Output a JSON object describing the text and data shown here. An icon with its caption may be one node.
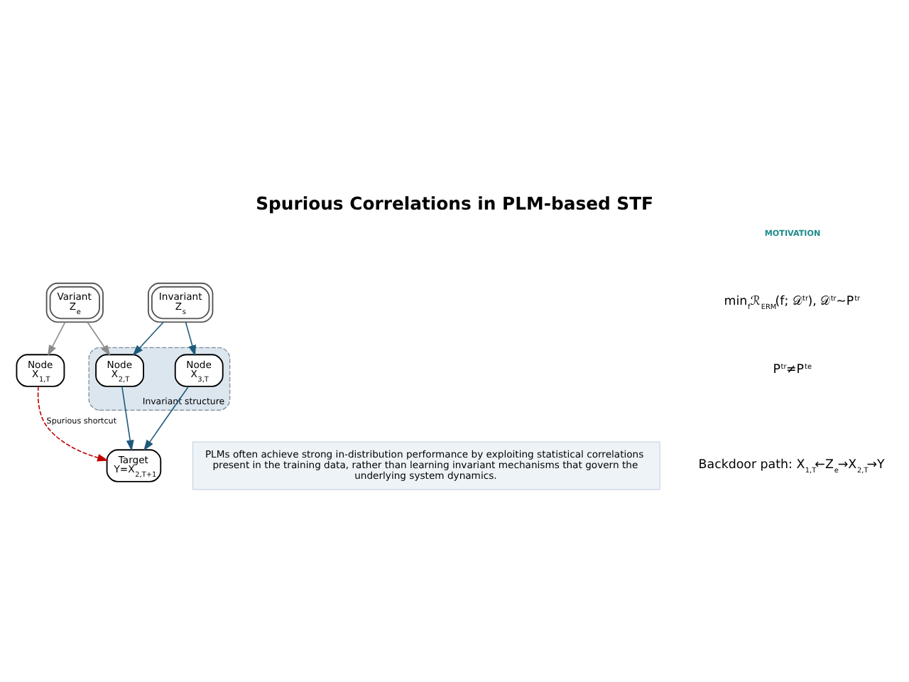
{
  "diagram": {
    "title": "Spurious Correlations in PLM-based STF",
    "nodes": [
      {
        "text": [
          "Variant",
          "Z$_{e}$"
        ]
      },
      {
        "text": [
          "Invariant",
          "Z$_{s}$"
        ]
      },
      {
        "text": [
          "Node",
          "X$_{1,T}$"
        ]
      },
      {
        "text": [
          "Invariant structure"
        ]
      },
      {
        "text": [
          "Node",
          "X$_{2,T}$"
        ],
        "in": 3
      },
      {
        "text": [
          "Node",
          "X$_{3,T}$"
        ],
        "in": 3
      },
      {
        "text": [
          "Target",
          "Y=X$_{2,T+1}$"
        ]
      },
      {
        "text": [
          "PLMs often achieve strong in-distribution performance by exploiting statistical correlations present in the training data, rather than learning invariant mechanisms that govern the underlying system dynamics."
        ]
      }
    ],
    "edges": [
      {
        "from": 0,
        "to": 2,
        "arrow": "to",
        "color": "#8c8c8c"
      },
      {
        "from": 0,
        "to": 4,
        "arrow": "to",
        "color": "#8c8c8c"
      },
      {
        "from": 1,
        "to": 4,
        "arrow": "to"
      },
      {
        "from": 1,
        "to": 5,
        "arrow": "to"
      },
      {
        "from": 2,
        "to": 6,
        "arrow": "to",
        "label": "Spurious shortcut",
        "style": "dashed",
        "color": "#c00000"
      },
      {
        "from": 4,
        "to": 6,
        "arrow": "to"
      },
      {
        "from": 5,
        "to": 6,
        "arrow": "to"
      }
    ],
    "labels": [
      "MOTIVATION",
      "min$_{f}$ℛ$_{ERM}$(f; 𝒟$^{tr}$), 𝒟$^{tr}$~P$^{tr}$",
      "P$^{tr}$≠P$^{te}$",
      "Backdoor path: X$_{1,T}$←Z$_{e}$→X$_{2,T}$→Y"
    ]
  }
}
